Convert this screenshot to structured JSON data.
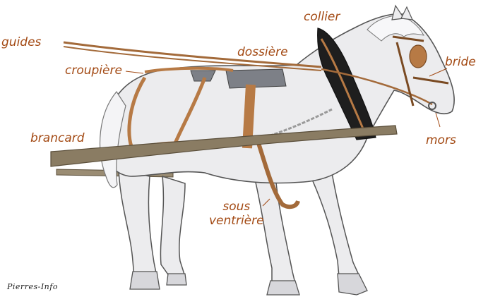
{
  "labels": {
    "guides": "guides",
    "croupiere": "croupière",
    "dossiere": "dossière",
    "collier": "collier",
    "bride": "bride",
    "brancard": "brancard",
    "mors": "mors",
    "sous_ventriere_line1": "sous",
    "sous_ventriere_line2": "ventrière"
  },
  "credit": "Pierres-Info",
  "colors": {
    "label": "#a34a14",
    "horse_body": "#ececee",
    "horse_outline": "#555555",
    "leather": "#b77a45",
    "leather_dark": "#7a4a22",
    "collar": "#1e1e1e",
    "saddle_pad": "#7d8087",
    "shaft_wood": "#8a7c63",
    "chain": "#9a9a9a"
  }
}
